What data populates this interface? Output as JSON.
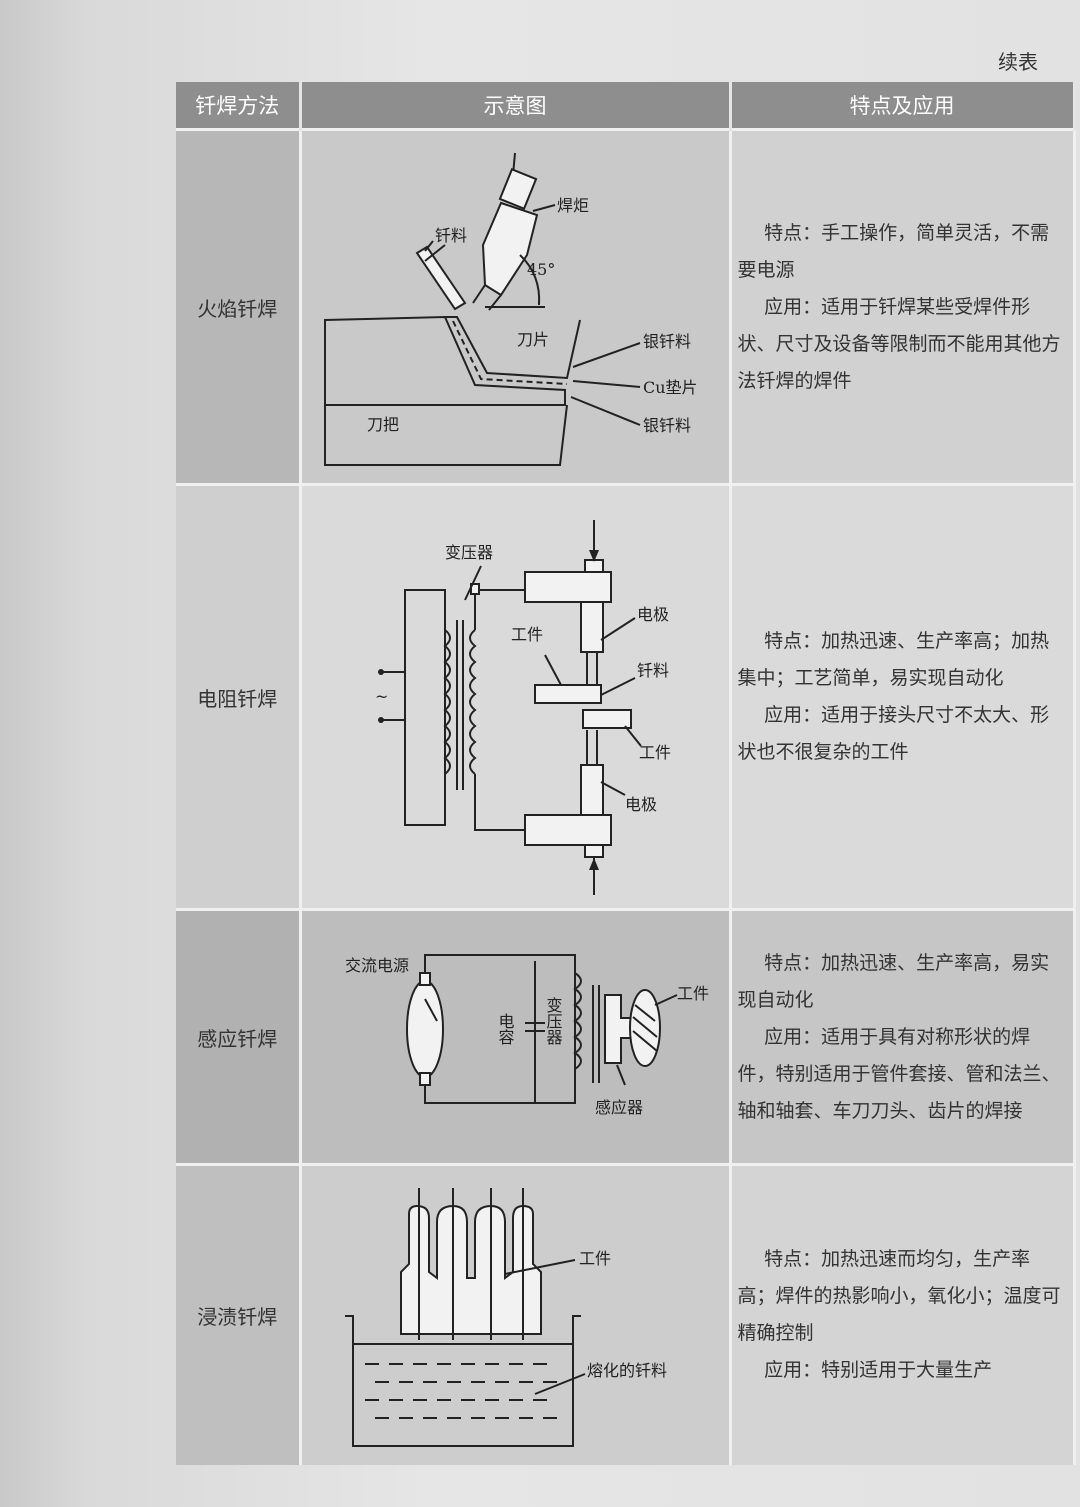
{
  "page": {
    "continued_label": "续表"
  },
  "table": {
    "headers": [
      "钎焊方法",
      "示意图",
      "特点及应用"
    ],
    "rows": [
      {
        "method": "火焰钎焊",
        "diagram_labels": [
          "焊炬",
          "钎料",
          "45°",
          "刀片",
          "银钎料",
          "Cu垫片",
          "银钎料",
          "刀把"
        ],
        "features": "特点：手工操作，简单灵活，不需要电源",
        "application": "应用：适用于钎焊某些受焊件形状、尺寸及设备等限制而不能用其他方法钎焊的焊件"
      },
      {
        "method": "电阻钎焊",
        "diagram_labels": [
          "变压器",
          "电极",
          "工件",
          "钎料",
          "~",
          "工件",
          "电极"
        ],
        "features": "特点：加热迅速、生产率高；加热集中；工艺简单，易实现自动化",
        "application": "应用：适用于接头尺寸不太大、形状也不很复杂的工件"
      },
      {
        "method": "感应钎焊",
        "diagram_labels": [
          "交流电源",
          "电容",
          "变压器",
          "工件",
          "感应器"
        ],
        "features": "特点：加热迅速、生产率高，易实现自动化",
        "application": "应用：适用于具有对称形状的焊件，特别适用于管件套接、管和法兰、轴和轴套、车刀刀头、齿片的焊接"
      },
      {
        "method": "浸渍钎焊",
        "diagram_labels": [
          "工件",
          "熔化的钎料"
        ],
        "features": "特点：加热迅速而均匀，生产率高；焊件的热影响小，氧化小；温度可精确控制",
        "application": "应用：特别适用于大量生产"
      }
    ]
  }
}
